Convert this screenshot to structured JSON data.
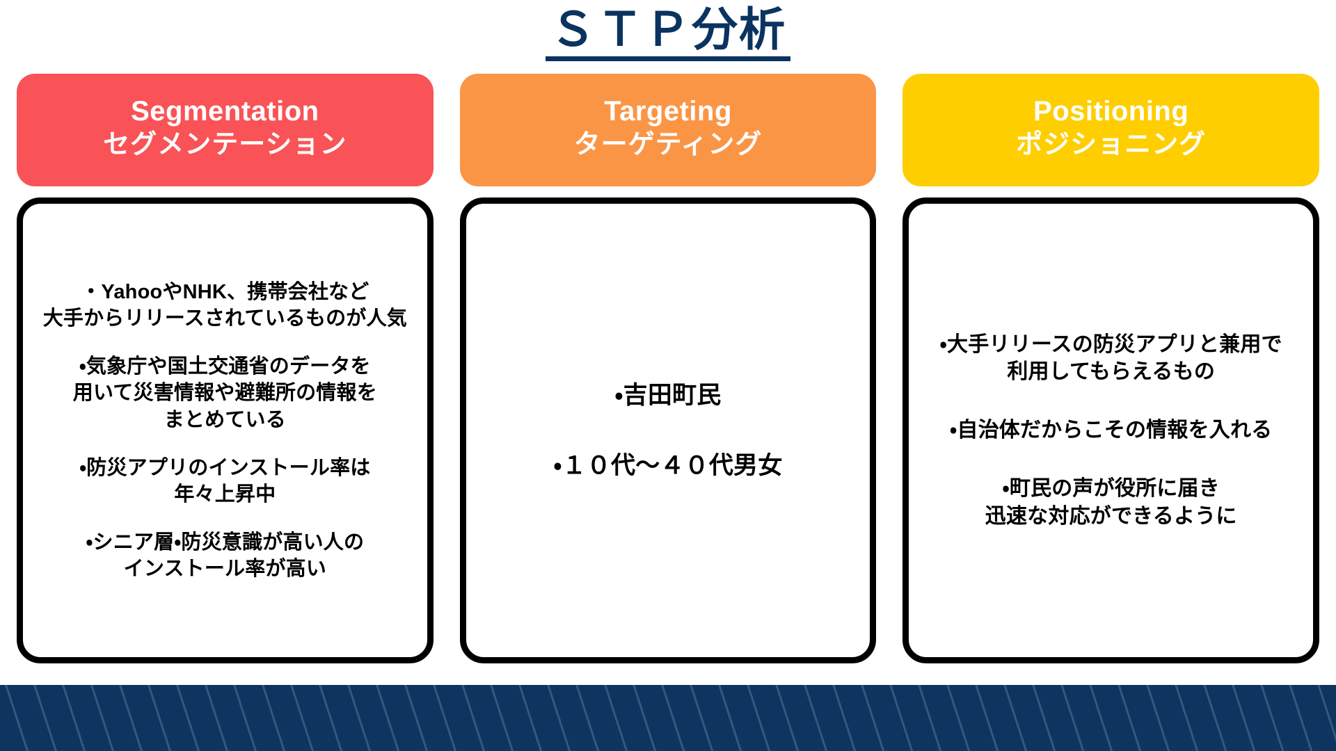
{
  "slide": {
    "title": "ＳＴＰ分析",
    "title_color": "#0b3360",
    "background": "#ffffff"
  },
  "columns": [
    {
      "id": "segmentation",
      "pill_color": "#f95357",
      "header_en": "Segmentation",
      "header_jp": "セグメンテーション",
      "bullets": [
        [
          "・YahooやNHK、携帯会社など",
          "大手からリリースされているものが人気"
        ],
        [
          "・気象庁や国土交通省のデータを",
          "用いて災害情報や避難所の情報を",
          "まとめている"
        ],
        [
          "・防災アプリのインストール率は",
          "年々上昇中"
        ],
        [
          "・シニア層・防災意識が高い人の",
          "インストール率が高い"
        ]
      ]
    },
    {
      "id": "targeting",
      "pill_color": "#fb9546",
      "header_en": "Targeting",
      "header_jp": "ターゲティング",
      "bullets": [
        [
          "・吉田町民"
        ],
        [
          "・１０代～４０代男女"
        ]
      ]
    },
    {
      "id": "positioning",
      "pill_color": "#ffce00",
      "header_en": "Positioning",
      "header_jp": "ポジショニング",
      "bullets": [
        [
          "・大手リリースの防災アプリと兼用で",
          "利用してもらえるもの"
        ],
        [
          "・自治体だからこその情報を入れる"
        ],
        [
          "・町民の声が役所に届き",
          "迅速な対応ができるように"
        ]
      ]
    }
  ],
  "footer": {
    "band_color": "#0e3560",
    "stripe_color": "#ffffff"
  }
}
